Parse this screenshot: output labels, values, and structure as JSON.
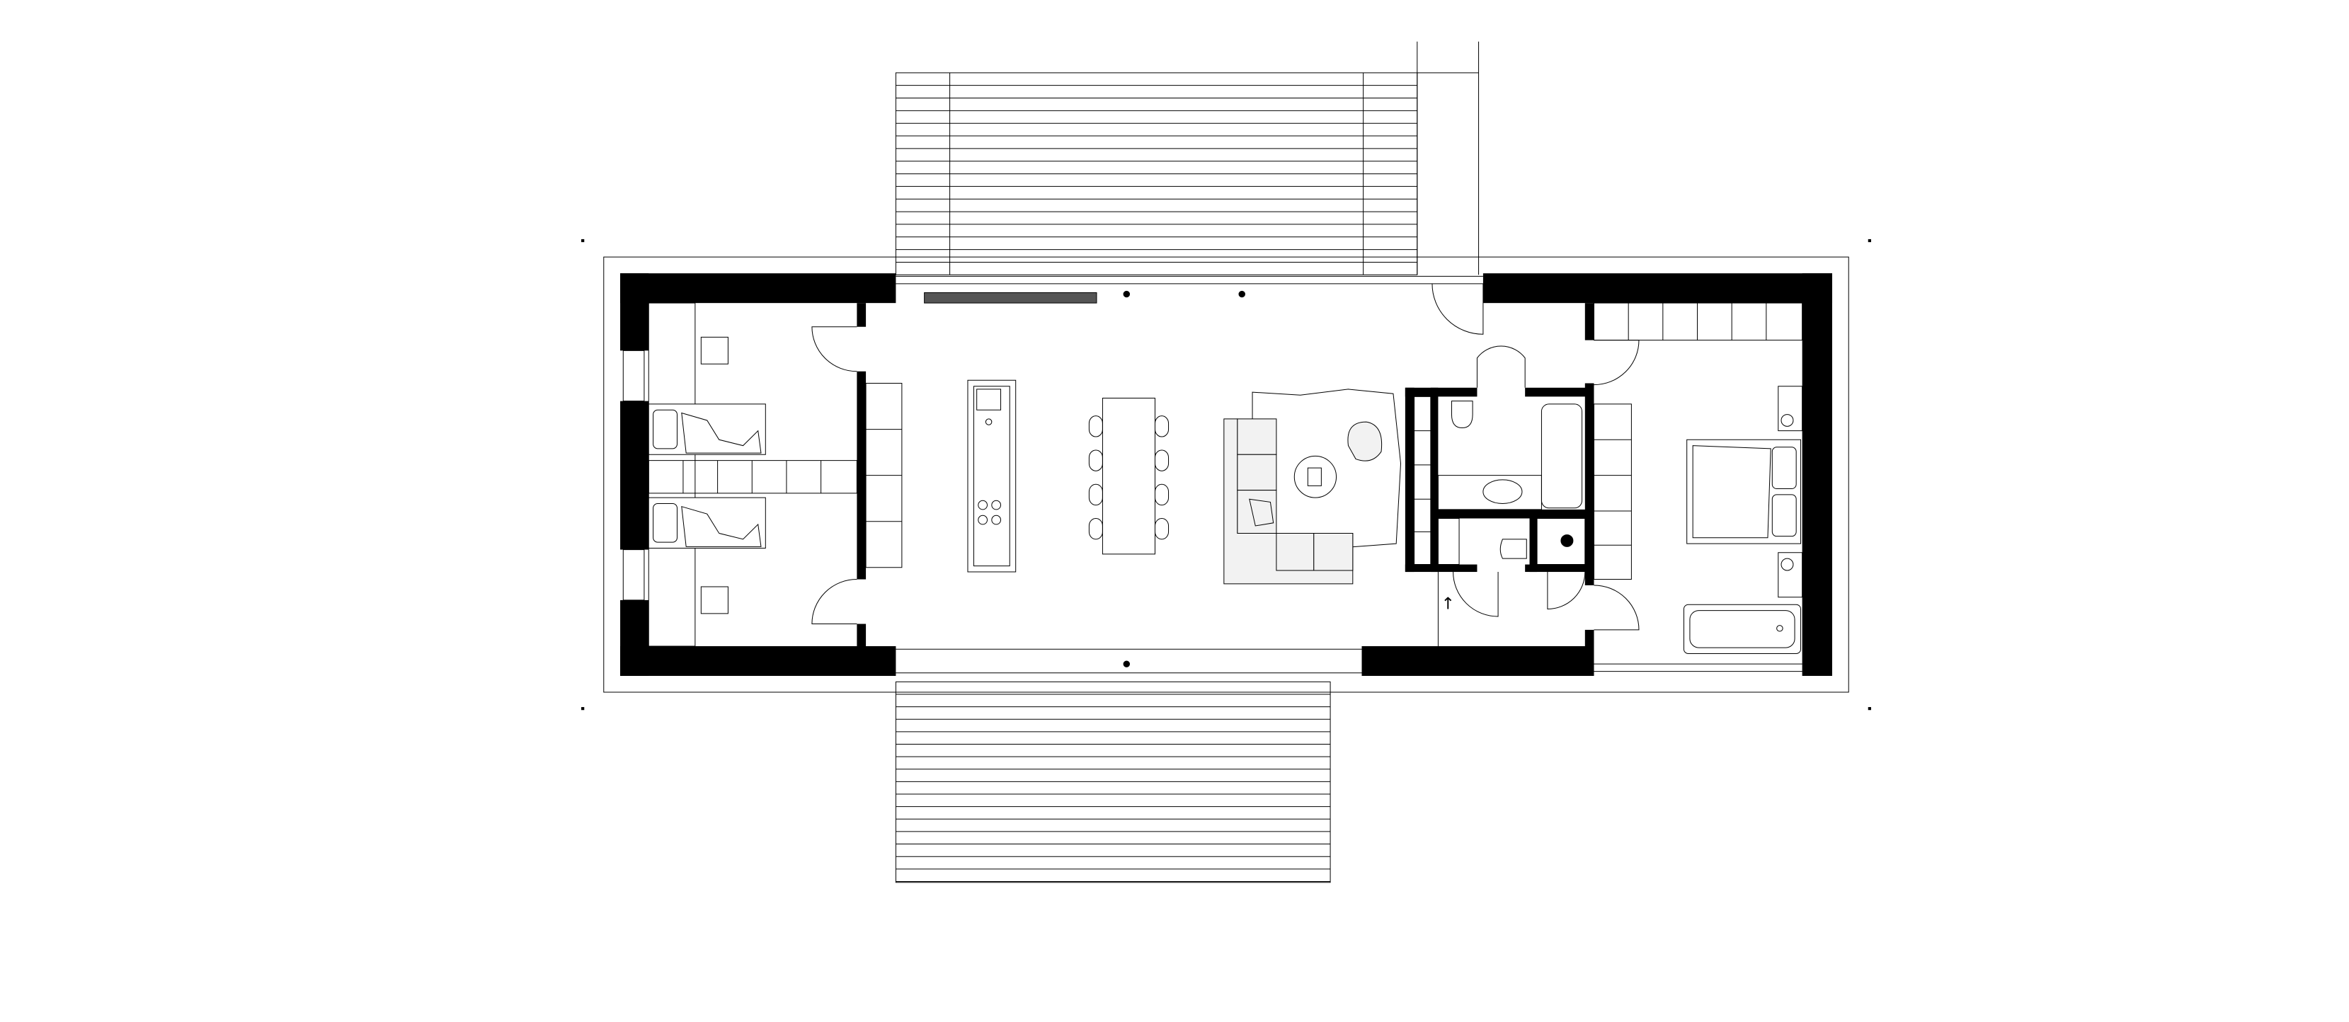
{
  "plan": {
    "title": "",
    "colors": {
      "wall": "#000000",
      "line": "#000000",
      "background": "#ffffff",
      "furniture_fill": "#f2f2f2"
    },
    "labels": {
      "stair_arrow": "↑"
    },
    "rooms": [
      "bedroom-left",
      "living-kitchen",
      "bathroom",
      "wc",
      "bedroom-right"
    ]
  }
}
